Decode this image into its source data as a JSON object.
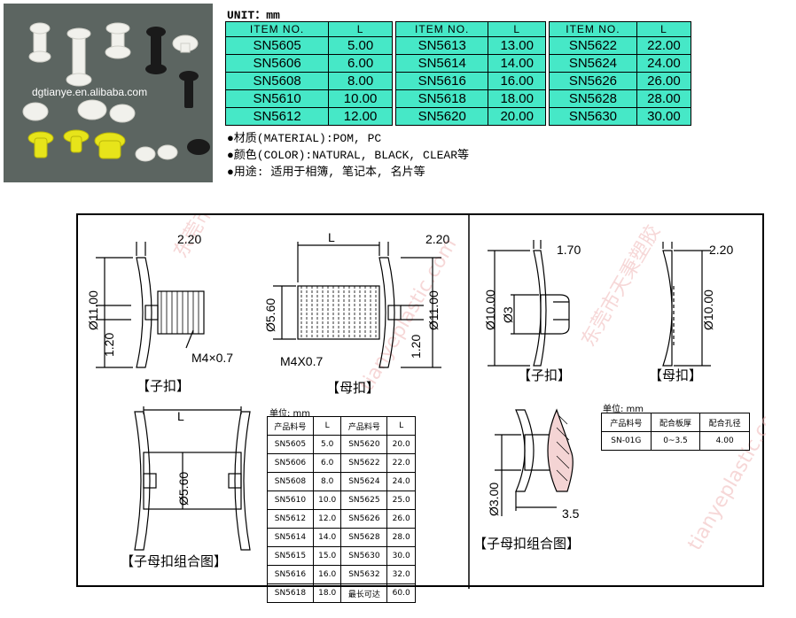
{
  "photo": {
    "watermark": "dgtianye.en.alibaba.com"
  },
  "unit_label": "UNIT：mm",
  "spec_tables": [
    {
      "headers": [
        "ITEM NO.",
        "L"
      ],
      "rows": [
        [
          "SN5605",
          "5.00"
        ],
        [
          "SN5606",
          "6.00"
        ],
        [
          "SN5608",
          "8.00"
        ],
        [
          "SN5610",
          "10.00"
        ],
        [
          "SN5612",
          "12.00"
        ]
      ]
    },
    {
      "headers": [
        "ITEM NO.",
        "L"
      ],
      "rows": [
        [
          "SN5613",
          "13.00"
        ],
        [
          "SN5614",
          "14.00"
        ],
        [
          "SN5616",
          "16.00"
        ],
        [
          "SN5618",
          "18.00"
        ],
        [
          "SN5620",
          "20.00"
        ]
      ]
    },
    {
      "headers": [
        "ITEM NO.",
        "L"
      ],
      "rows": [
        [
          "SN5622",
          "22.00"
        ],
        [
          "SN5624",
          "24.00"
        ],
        [
          "SN5626",
          "26.00"
        ],
        [
          "SN5628",
          "28.00"
        ],
        [
          "SN5630",
          "30.00"
        ]
      ]
    }
  ],
  "notes": [
    "●材质(MATERIAL):POM, PC",
    "●颜色(COLOR):NATURAL, BLACK, CLEAR等",
    "●用途: 适用于相簿, 笔记本, 名片等"
  ],
  "drawing": {
    "dims": {
      "male_head": "2.20",
      "male_dia": "Ø11.00",
      "male_flange": "1.20",
      "male_thread": "M4×0.7",
      "female_L": "L",
      "female_head": "2.20",
      "female_dia_inner": "Ø5.60",
      "female_dia": "Ø11.00",
      "female_flange": "1.20",
      "female_thread": "M4X0.7",
      "assy_L": "L",
      "assy_dia": "Ø5.60",
      "r_male_head": "1.70",
      "r_male_dia": "Ø10.00",
      "r_male_shank": "Ø3",
      "r_female_head": "2.20",
      "r_female_dia": "Ø10.00",
      "r_assy_dia": "Ø3.00",
      "r_assy_len": "3.5"
    },
    "captions": {
      "male": "【子扣】",
      "female": "【母扣】",
      "assembly": "【子母扣组合图】",
      "r_male": "【子扣】",
      "r_female": "【母扣】",
      "r_assembly": "【子母扣组合图】"
    },
    "watermarks": [
      "东莞市天秉塑胶",
      "tianyeplastic.com"
    ],
    "left_table": {
      "unit": "单位: mm",
      "headers": [
        "产品料号",
        "L",
        "产品料号",
        "L"
      ],
      "rows": [
        [
          "SN5605",
          "5.0",
          "SN5620",
          "20.0"
        ],
        [
          "SN5606",
          "6.0",
          "SN5622",
          "22.0"
        ],
        [
          "SN5608",
          "8.0",
          "SN5624",
          "24.0"
        ],
        [
          "SN5610",
          "10.0",
          "SN5625",
          "25.0"
        ],
        [
          "SN5612",
          "12.0",
          "SN5626",
          "26.0"
        ],
        [
          "SN5614",
          "14.0",
          "SN5628",
          "28.0"
        ],
        [
          "SN5615",
          "15.0",
          "SN5630",
          "30.0"
        ],
        [
          "SN5616",
          "16.0",
          "SN5632",
          "32.0"
        ],
        [
          "SN5618",
          "18.0",
          "最长可达",
          "60.0"
        ]
      ]
    },
    "right_table": {
      "unit": "单位: mm",
      "headers": [
        "产品料号",
        "配合板厚",
        "配合孔径"
      ],
      "rows": [
        [
          "SN-01G",
          "0~3.5",
          "4.00"
        ]
      ]
    }
  }
}
